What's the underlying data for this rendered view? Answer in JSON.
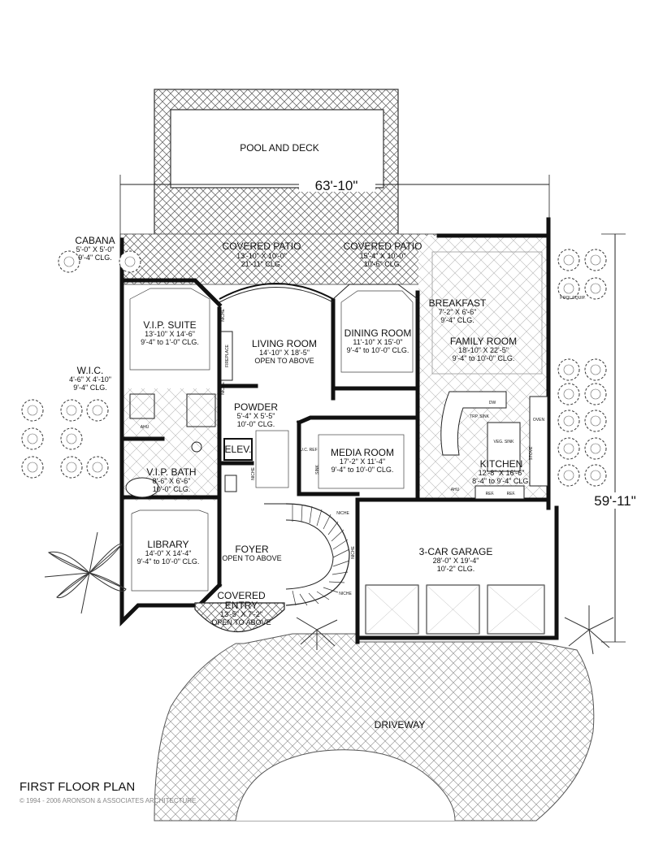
{
  "plan": {
    "title": "FIRST FLOOR PLAN",
    "copyright": "© 1994 - 2006 ARONSON & ASSOCIATES ARCHITECTURE",
    "dimensions": {
      "width": "63'-10\"",
      "depth": "59'-11\""
    }
  },
  "rooms": {
    "pool": {
      "name": "POOL AND DECK"
    },
    "cabana": {
      "name": "CABANA",
      "size": "5'-0\" X 5'-0\"",
      "clg": "9'-4\" CLG."
    },
    "patio_left": {
      "name": "COVERED PATIO",
      "size": "13'-10\" X 10'-0\"",
      "clg": "21'-11\" CLG."
    },
    "patio_right": {
      "name": "COVERED PATIO",
      "size": "15'-4\" X 10'-0\"",
      "clg": "10'-6\" CLG."
    },
    "vip_suite": {
      "name": "V.I.P. SUITE",
      "size": "13'-10\" X 14'-6\"",
      "clg": "9'-4\" to 1'-0\" CLG."
    },
    "living": {
      "name": "LIVING ROOM",
      "size": "14'-10\" X 18'-5\"",
      "clg": "OPEN TO ABOVE"
    },
    "dining": {
      "name": "DINING ROOM",
      "size": "11'-10\" X 15'-0\"",
      "clg": "9'-4\" to 10'-0\" CLG."
    },
    "breakfast": {
      "name": "BREAKFAST",
      "size": "7'-2\" X 6'-6\"",
      "clg": "9'-4\" CLG."
    },
    "family": {
      "name": "FAMILY ROOM",
      "size": "18'-10\" X 22'-5\"",
      "clg": "9'-4\" to 10'-0\" CLG."
    },
    "wic": {
      "name": "W.I.C.",
      "size": "4'-6\" X 4'-10\"",
      "clg": "9'-4\" CLG."
    },
    "powder": {
      "name": "POWDER",
      "size": "5'-4\" X 5'-5\"",
      "clg": "10'-0\" CLG."
    },
    "elev": {
      "name": "ELEV."
    },
    "media": {
      "name": "MEDIA ROOM",
      "size": "17'-2\" X 11'-4\"",
      "clg": "9'-4\" to 10'-0\" CLG."
    },
    "vip_bath": {
      "name": "V.I.P. BATH",
      "size": "8'-6\" X 6'-6\"",
      "clg": "10'-0\" CLG."
    },
    "kitchen": {
      "name": "KITCHEN",
      "size": "12'-8\" X 16'-6\"",
      "clg": "8'-4\" to 9'-4\" CLG."
    },
    "library": {
      "name": "LIBRARY",
      "size": "14'-0\" X 14'-4\"",
      "clg": "9'-4\" to 10'-0\" CLG."
    },
    "foyer": {
      "name": "FOYER",
      "clg": "OPEN TO ABOVE"
    },
    "garage": {
      "name": "3-CAR GARAGE",
      "size": "28'-0\" X 19'-4\"",
      "clg": "10'-2\" CLG."
    },
    "entry": {
      "name_1": "COVERED",
      "name_2": "ENTRY",
      "size": "13'-5\" X 7'-2\"",
      "clg": "OPEN TO ABOVE"
    },
    "driveway": {
      "name": "DRIVEWAY"
    }
  },
  "fixtures": {
    "fireplace": "FIREPLACE",
    "niche": "NICHE",
    "ahu": "AHU",
    "pool_equip": "POOL EQUIP.",
    "dw": "DW",
    "trp_sink": "TRP. SINK",
    "veg_sink": "VEG. SINK",
    "stove": "STOVE",
    "oven": "OVEN",
    "ref": "REF.",
    "uc_ref": "U.C. REF",
    "sink": "SINK"
  }
}
